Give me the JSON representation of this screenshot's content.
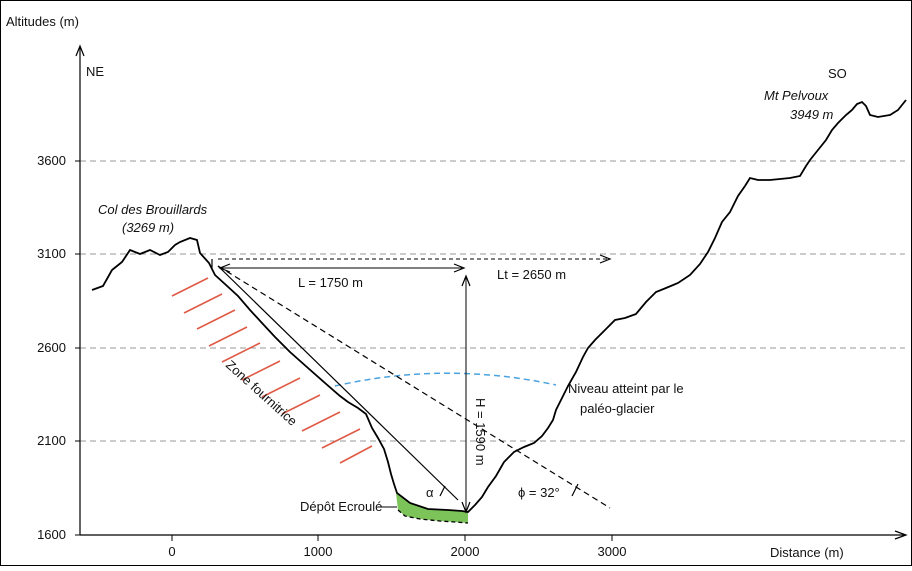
{
  "axes": {
    "y_title": "Altitudes (m)",
    "x_title": "Distance (m)",
    "y_ticks": [
      "1600",
      "2100",
      "2600",
      "3100",
      "3600"
    ],
    "x_ticks": [
      "0",
      "1000",
      "2000",
      "3000"
    ]
  },
  "labels": {
    "ne": "NE",
    "so": "SO",
    "col_name": "Col des Brouillards",
    "col_alt": "(3269 m)",
    "peak_name": "Mt Pelvoux",
    "peak_alt": "3949 m",
    "L": "L = 1750 m",
    "Lt": "Lt = 2650 m",
    "H": "H = 1590 m",
    "zone": "Zone fournitrice",
    "glacier_1": "Niveau atteint par le",
    "glacier_2": "paléo-glacier",
    "depot": "Dépôt Ecroulé",
    "alpha": "α",
    "phi": "ϕ = 32°"
  },
  "colors": {
    "deposit": "#7cc35a",
    "hatch": "#e05a44",
    "glacier": "#4aa3df",
    "grid": "#999999"
  }
}
